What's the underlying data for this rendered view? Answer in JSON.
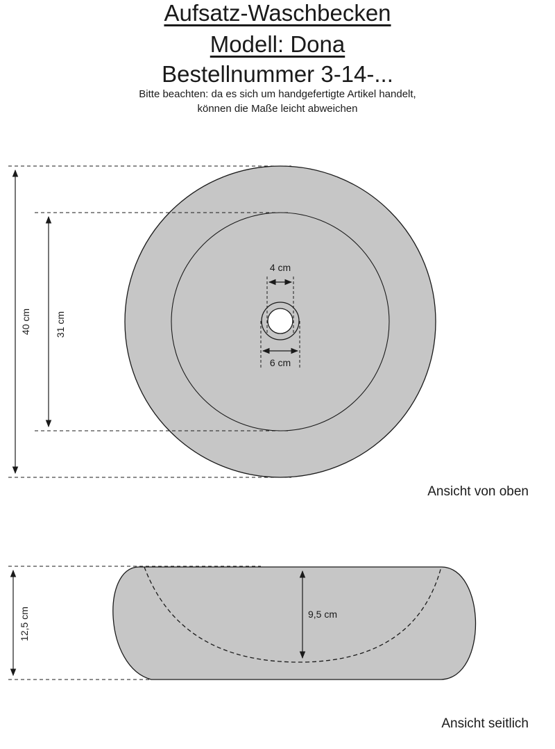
{
  "header": {
    "title": "Aufsatz-Waschbecken",
    "model": "Modell: Dona",
    "order_number": "Bestellnummer 3-14-...",
    "note_line1": "Bitte beachten:  da es sich um handgefertigte Artikel handelt,",
    "note_line2": "können die Maße leicht abweichen"
  },
  "top_view": {
    "caption": "Ansicht von oben",
    "outer_diameter": "40 cm",
    "inner_diameter": "31 cm",
    "drain_inner": "4 cm",
    "drain_outer": "6 cm"
  },
  "side_view": {
    "caption": "Ansicht seitlich",
    "total_height": "12,5 cm",
    "basin_depth": "9,5 cm"
  },
  "colors": {
    "basin_fill": "#c6c6c6",
    "line": "#1a1a1a"
  }
}
